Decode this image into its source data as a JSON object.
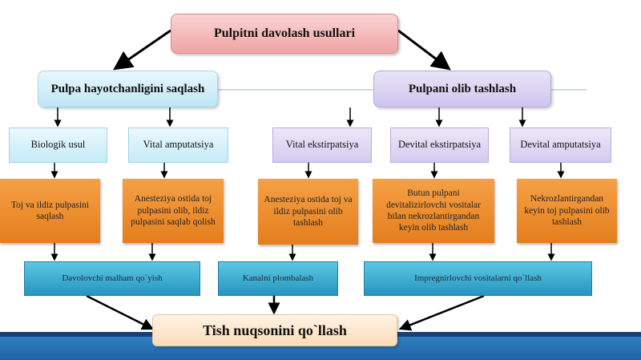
{
  "title": "Pulpitni davolash usullari",
  "branch_left": "Pulpa hayotchanligini saqlash",
  "branch_right": "Pulpani olib tashlash",
  "methods": [
    "Biologik usul",
    "Vital amputatsiya",
    "Vital ekstirpatsiya",
    "Devital ekstirpatsiya",
    "Devital amputatsiya"
  ],
  "descriptions": [
    "Toj va ildiz pulpasini saqlash",
    "Anesteziya ostida toj pulpasini olib, ildiz pulpasini saqlab qolish",
    "Anesteziya ostida toj va ildiz pulpasini olib tashlash",
    "Butun pulpani devitalizirlovchi vositalar bilan nekrozlantirgandan keyin olib tashlash",
    "Nekrozlantirgandan keyin toj pulpasini olib tashlash"
  ],
  "procedures": [
    "Davolovchi malham qo`yish",
    "Kanalni plombalash",
    "Impregnirlovchi vositalarni qo`llash"
  ],
  "footer": "Tish nuqsonini qo`llash",
  "colors": {
    "title_fill": "#f4b5b5",
    "left_branch_fill": "#cdebf8",
    "right_branch_fill": "#d8d0f0",
    "description_fill": "#ee8e2e",
    "procedure_fill": "#3aacd4",
    "footer_fill": "#fde6cc",
    "bottom_band": "#2a72b8"
  }
}
